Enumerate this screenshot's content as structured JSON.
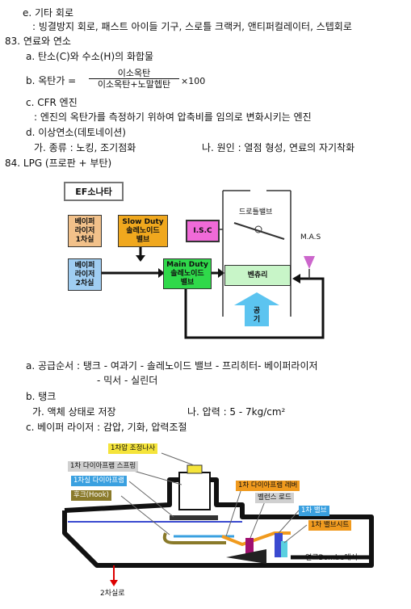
{
  "lines": {
    "e": "e. 기타 회로",
    "e_desc": ": 빙결방지 회로, 패스트 아이들 기구, 스로틀 크랙커, 앤티퍼컬레이터, 스텝회로",
    "q83": "83. 연료와 연소",
    "q83a": "a. 탄소(C)와 수소(H)의 화합물",
    "q83b_label": "b. 옥탄가 =",
    "q83b_num": "이소옥탄",
    "q83b_den": "이소옥탄+노말헵탄",
    "q83b_mult": "×100",
    "q83c": "c. CFR 엔진",
    "q83c_desc": ": 엔진의 옥탄가를 측정하기 위하여 압축비를 임의로 변화시키는 엔진",
    "q83d": "d. 이상연소(데토네이션)",
    "q83d_ga": "가. 종류 : 노킹, 조기점화",
    "q83d_na": "나. 원인 : 열점 형성, 연료의 자기착화",
    "q84": "84. LPG (프로판 + 부탄)",
    "q84a_1": "a. 공급순서 : 탱크 - 여과기 - 솔레노이드 밸브 - 프리히터- 베이퍼라이저",
    "q84a_2": "- 믹서 - 실린더",
    "q84b": "b. 탱크",
    "q84b_ga": "가. 액체 상태로 저장",
    "q84b_na": "나. 압력 : 5 - 7kg/cm²",
    "q84c": "c. 베이퍼 라이저 : 감압, 기화, 압력조절"
  },
  "diagram1": {
    "title": "EF소나타",
    "vap1": "베이퍼\n라이저\n1차실",
    "slow": "Slow Duty\n솔레노이드\n밸브",
    "vap2": "베이퍼\n라이저\n2차실",
    "main": "Main Duty\n솔레노이드\n밸브",
    "isc": "I.S.C",
    "throttle": "드로틀밸브",
    "mas": "M.A.S",
    "venturi": "벤츄리",
    "air": "공\n기",
    "colors": {
      "vap": "#f2c18a",
      "slow": "#f0a81e",
      "vap2": "#9fcdf2",
      "main": "#2fd94a",
      "isc": "#f06ad8",
      "venturi": "#c8f5c8",
      "air": "#5cc4f0",
      "mas": "#cc66cc"
    }
  },
  "diagram2": {
    "l1": "1차압 조정나사",
    "l2": "1차 다이아프램 스프링",
    "l3": "1차실 다이아프램",
    "l4": "후크(Hook)",
    "l5": "1차 다이아프램 레버",
    "l6": "벨런스 로드",
    "l7": "1차 밸브",
    "l8": "1차 밸브시트",
    "l9": "연료Bombe에서",
    "l10": "2차실로",
    "colors": {
      "yellow": "#f5e43a",
      "gray": "#d0d0d0",
      "blue": "#3aa0e0",
      "olive": "#8a7a2a",
      "orange": "#f09a1e"
    }
  }
}
